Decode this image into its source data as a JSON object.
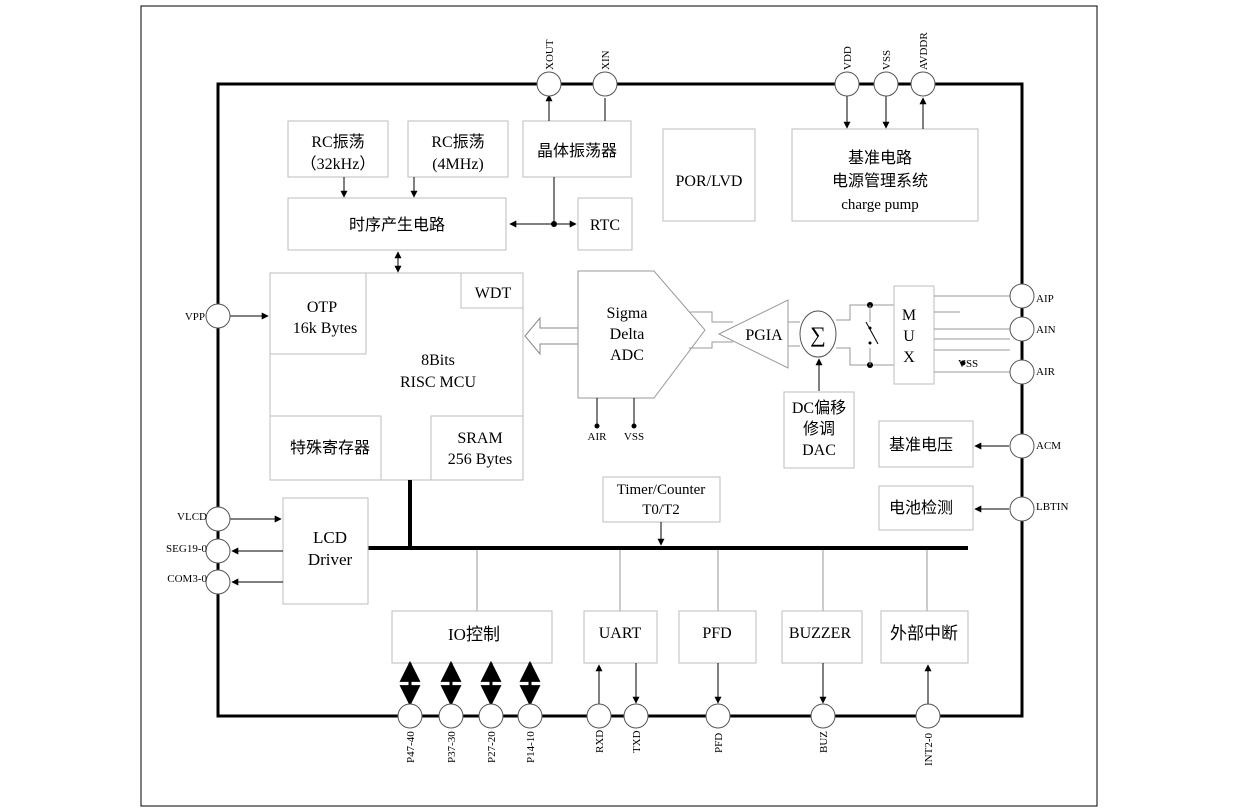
{
  "blocks": {
    "rc32k": [
      "RC振荡",
      "（32kHz）"
    ],
    "rc4m": [
      "RC振荡",
      "(4MHz)"
    ],
    "crystal": "晶体振荡器",
    "por": "POR/LVD",
    "ref_power": [
      "基准电路",
      "电源管理系统",
      "charge pump"
    ],
    "timing": "时序产生电路",
    "rtc": "RTC",
    "otp": [
      "OTP",
      "16k Bytes"
    ],
    "wdt": "WDT",
    "mcu": [
      "8Bits",
      "RISC  MCU"
    ],
    "sfr": "特殊寄存器",
    "sram": [
      "SRAM",
      "256 Bytes"
    ],
    "adc": [
      "Sigma",
      "Delta",
      "ADC"
    ],
    "pgia": "PGIA",
    "sigma": "∑",
    "mux": [
      "M",
      "U",
      "X"
    ],
    "dac": [
      "DC偏移",
      "修调",
      "DAC"
    ],
    "vref": "基准电压",
    "battery": "电池检测",
    "timer": [
      "Timer/Counter",
      "T0/T2"
    ],
    "lcd": [
      "LCD",
      "Driver"
    ],
    "io": "IO控制",
    "uart": "UART",
    "pfd": "PFD",
    "buzzer": "BUZZER",
    "extint": "外部中断"
  },
  "pins": {
    "xout": "XOUT",
    "xin": "XIN",
    "vdd": "VDD",
    "vss_top": "VSS",
    "avddr": "AVDDR",
    "vpp": "VPP",
    "aip": "AIP",
    "ain": "AIN",
    "air": "AIR",
    "acm": "ACM",
    "lbtin": "LBTIN",
    "vlcd": "VLCD",
    "seg": "SEG19-0",
    "com": "COM3-0",
    "p47": "P47-40",
    "p37": "P37-30",
    "p27": "P27-20",
    "p14": "P14-10",
    "rxd": "RXD",
    "txd": "TXD",
    "pfd": "PFD",
    "buz": "BUZ",
    "int": "INT2-0"
  },
  "adc_inputs": {
    "air": "AIR",
    "vss": "VSS"
  },
  "mux_vss": "VSS"
}
